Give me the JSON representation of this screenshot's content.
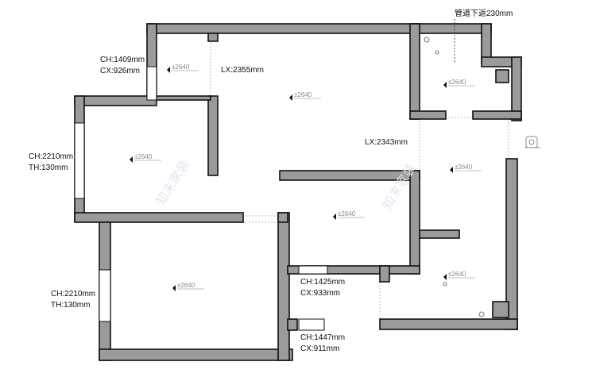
{
  "annotations": {
    "pipe_note": "管道下返230mm",
    "win_top": [
      "CH:1409mm",
      "CX:926mm"
    ],
    "lx_top": "LX:2355mm",
    "lx_right": "LX:2343mm",
    "win_left_upper": [
      "CH:2210mm",
      "TH:130mm"
    ],
    "win_left_lower": [
      "CH:2210mm",
      "TH:130mm"
    ],
    "win_mid": [
      "CH:1425mm",
      "CX:933mm"
    ],
    "win_bottom": [
      "CH:1447mm",
      "CX:911mm"
    ]
  },
  "level_marker": "±2640",
  "watermark": "知末家装"
}
